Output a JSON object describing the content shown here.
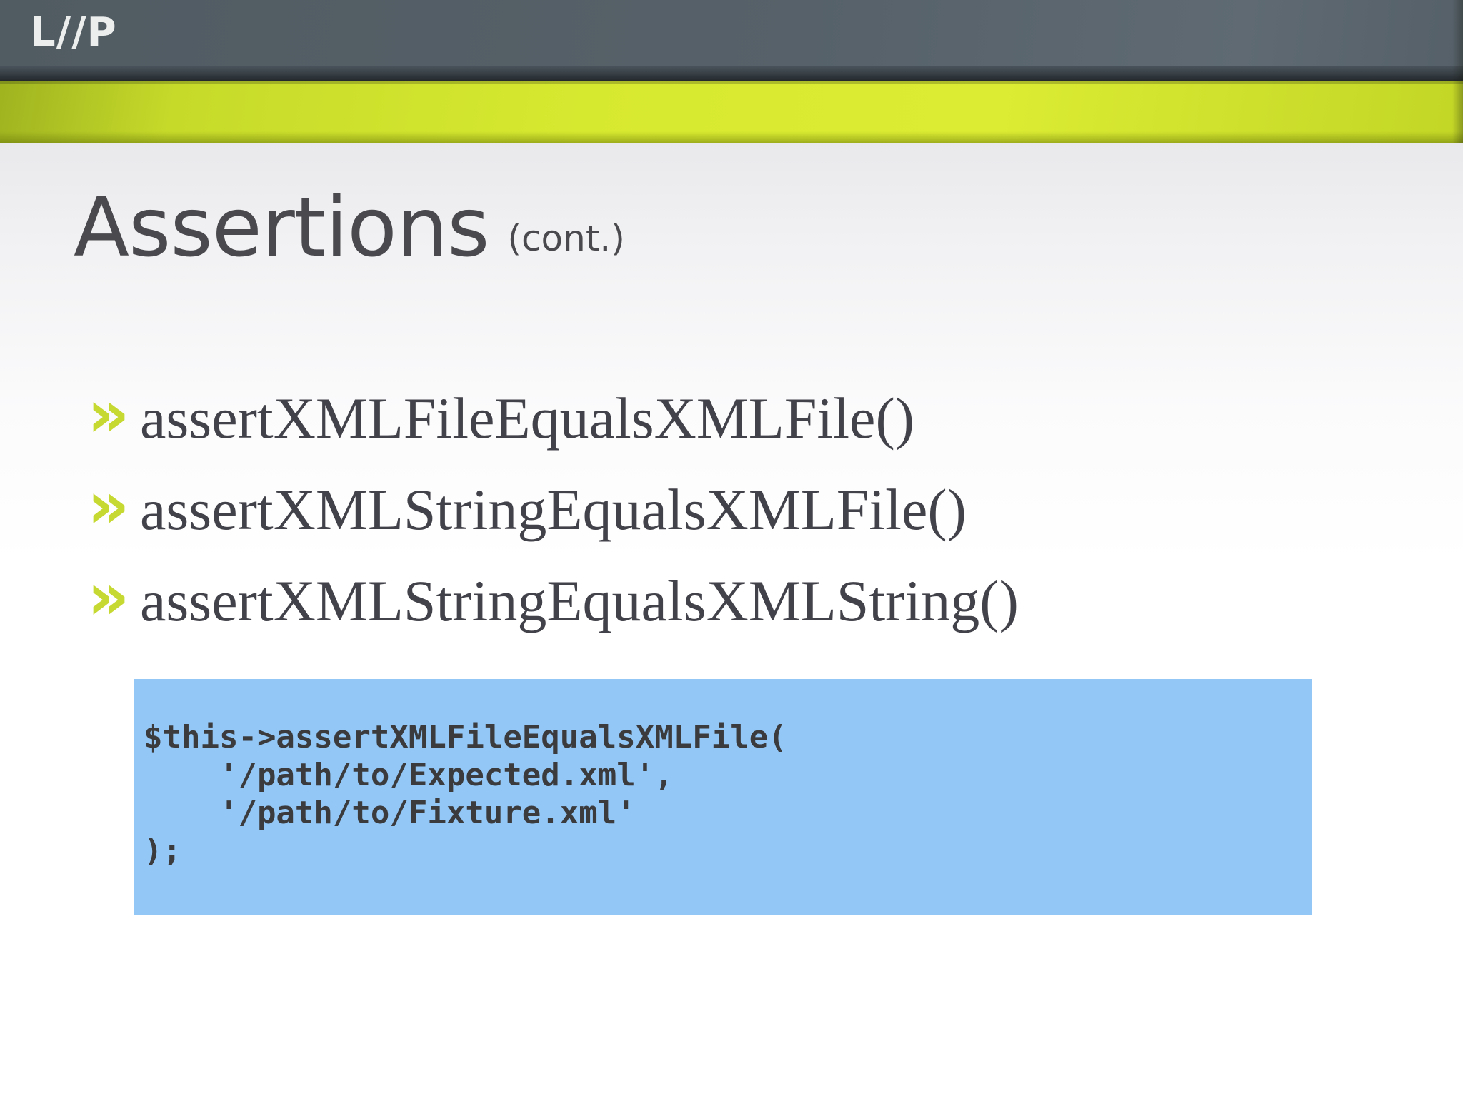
{
  "slide": {
    "logo_text": "L//P",
    "title": "Assertions",
    "title_suffix": "(cont.)",
    "bullet_marker": "»",
    "bullets": [
      {
        "label": "assertXMLFileEqualsXMLFile()"
      },
      {
        "label": "assertXMLStringEqualsXMLFile()"
      },
      {
        "label": "assertXMLStringEqualsXMLString()"
      }
    ],
    "code_block": "$this->assertXMLFileEqualsXMLFile(\n    '/path/to/Expected.xml',\n    '/path/to/Fixture.xml'\n);",
    "colors": {
      "header_bg": "#566169",
      "accent_band": "#d7e92f",
      "bullet_marker": "#c6d832",
      "title_text": "#4a4a4e",
      "body_text": "#42424a",
      "code_bg": "#93c7f6",
      "code_text": "#3b3b3d"
    }
  }
}
